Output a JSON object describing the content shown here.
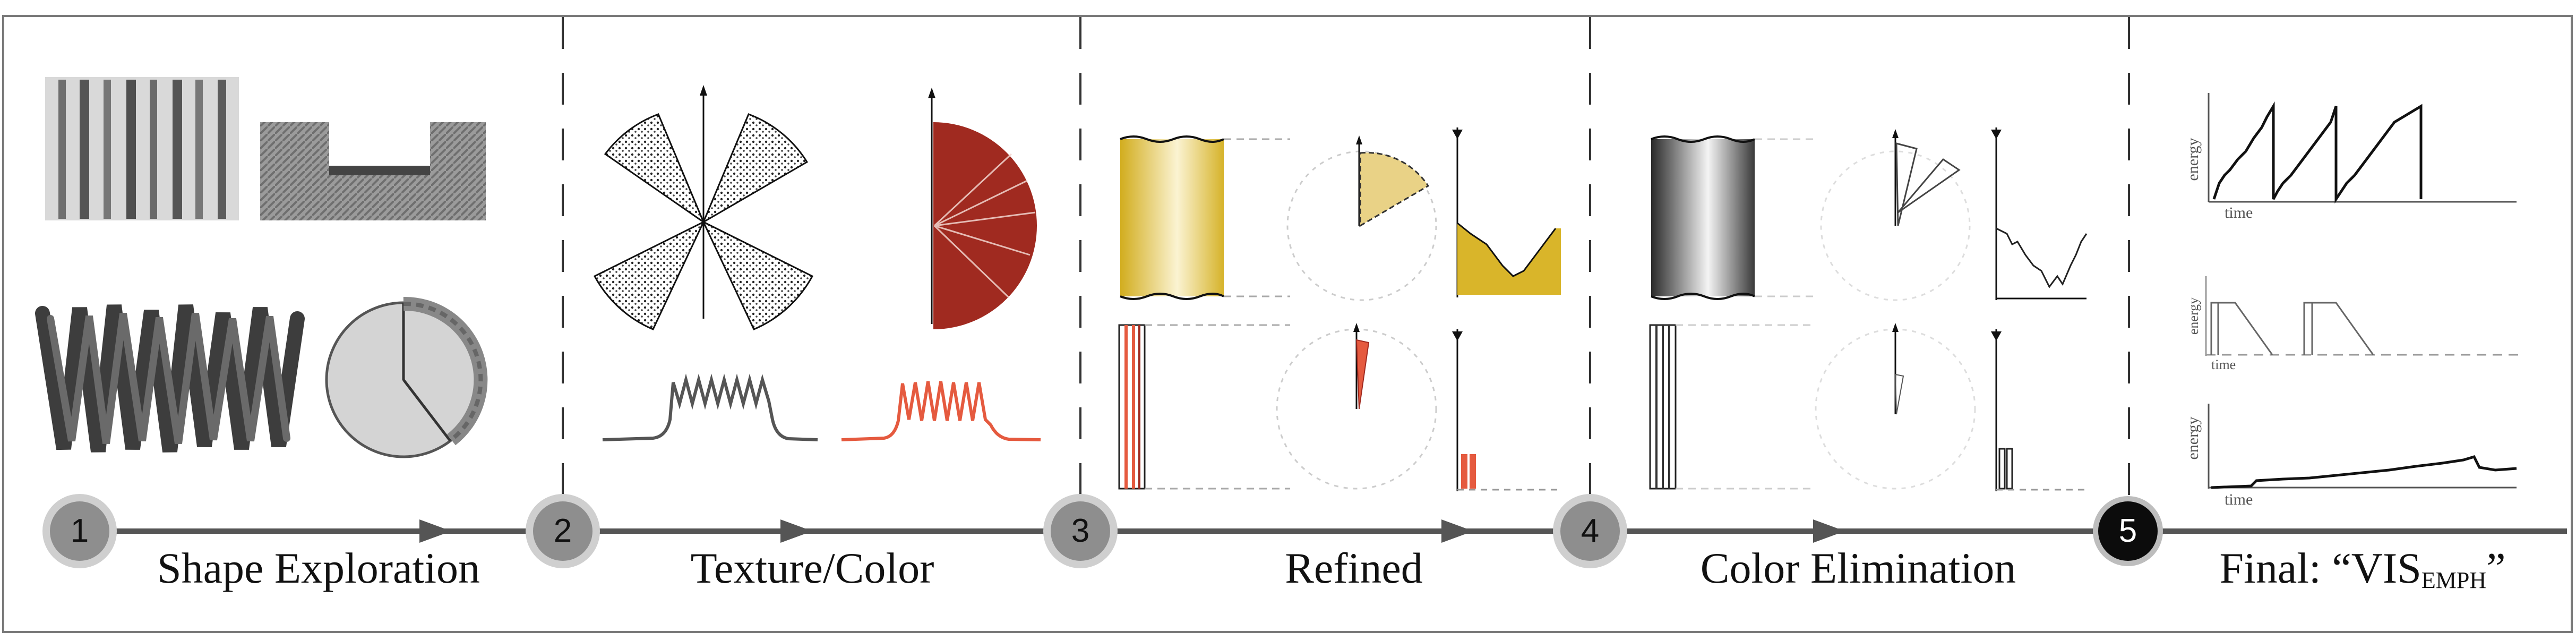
{
  "stages": [
    {
      "number": "1",
      "label": "Shape Exploration"
    },
    {
      "number": "2",
      "label": "Texture/Color"
    },
    {
      "number": "3",
      "label": "Refined"
    },
    {
      "number": "4",
      "label": "Color Elimination"
    },
    {
      "number": "5",
      "label_prefix": "Final: “VIS",
      "label_sub": "EMPH",
      "label_suffix": "”"
    }
  ],
  "final_charts": {
    "ylabel": "energy",
    "xlabel": "time"
  },
  "colors": {
    "accent_yellow": "#d8b62b",
    "accent_red": "#a02a20",
    "accent_orange": "#e55a3f",
    "timeline": "#555555"
  }
}
